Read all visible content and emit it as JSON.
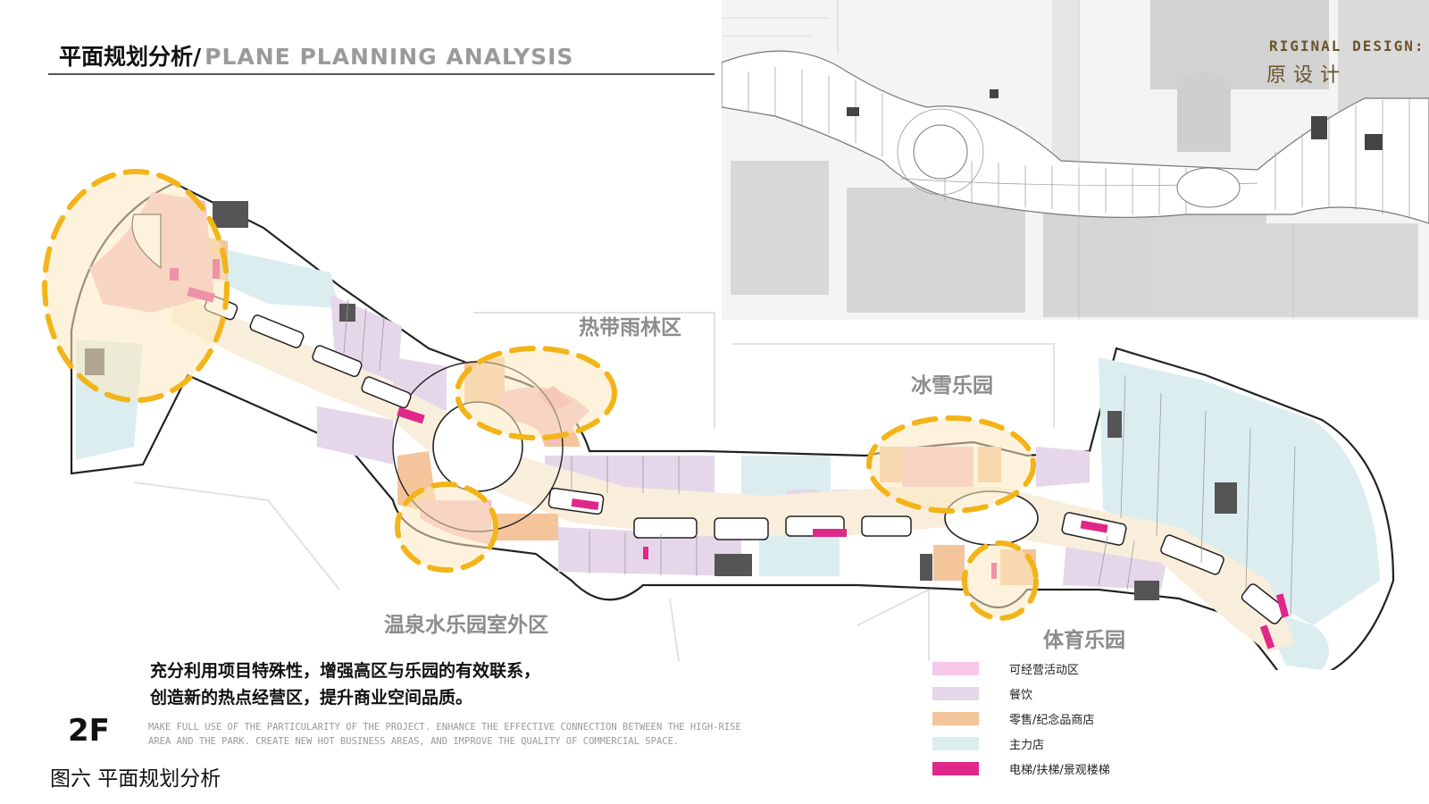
{
  "header": {
    "title_cn": "平面规划分析/",
    "title_en": "PLANE PLANNING ANALYSIS"
  },
  "original_design": {
    "label_en": "RIGINAL DESIGN:",
    "label_cn": "原设计"
  },
  "zones": {
    "rainforest": "热带雨林区",
    "ice_snow": "冰雪乐园",
    "hot_spring": "温泉水乐园室外区",
    "sports": "体育乐园"
  },
  "description": {
    "line1": "充分利用项目特殊性，增强高区与乐园的有效联系，",
    "line2": "创造新的热点经营区，提升商业空间品质。",
    "english": "MAKE FULL USE OF THE PARTICULARITY OF THE PROJECT. ENHANCE THE EFFECTIVE CONNECTION BETWEEN THE HIGH-RISE AREA AND THE PARK. CREATE NEW HOT BUSINESS AREAS, AND IMPROVE THE QUALITY OF COMMERCIAL SPACE."
  },
  "floor_label": "2F",
  "figure_caption": "图六  平面规划分析",
  "legend": [
    {
      "label": "可经营活动区",
      "color": "#f7c8ea"
    },
    {
      "label": "餐饮",
      "color": "#e6d6ea"
    },
    {
      "label": "零售/纪念品商店",
      "color": "#f4c49a"
    },
    {
      "label": "主力店",
      "color": "#dcedf0"
    },
    {
      "label": "电梯/扶梯/景观楼梯",
      "color": "#e0288a"
    }
  ],
  "colors": {
    "highlight_ring": "#f2b418",
    "highlight_fill": "#fbe9c0",
    "corridor": "#f9eedb",
    "anchor": "#dcedf0",
    "dining": "#e6d6ea",
    "retail": "#f4c49a",
    "activity": "#f7c8ea",
    "lift": "#e0288a"
  }
}
